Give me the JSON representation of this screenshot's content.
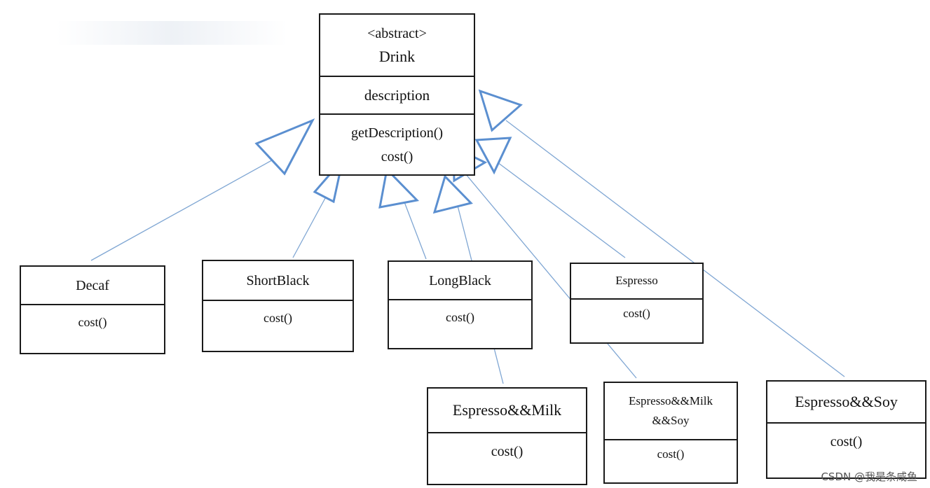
{
  "abstract_class": {
    "stereotype": "<abstract>",
    "name": "Drink",
    "attribute": "description",
    "methods": [
      "getDescription()",
      "cost()"
    ]
  },
  "subclasses": [
    {
      "name_lines": [
        "Decaf"
      ],
      "method": "cost()"
    },
    {
      "name_lines": [
        "ShortBlack"
      ],
      "method": "cost()"
    },
    {
      "name_lines": [
        "LongBlack"
      ],
      "method": "cost()"
    },
    {
      "name_lines": [
        "Espresso"
      ],
      "method": "cost()"
    },
    {
      "name_lines": [
        "Espresso&&Milk"
      ],
      "method": "cost()"
    },
    {
      "name_lines": [
        "Espresso&&Milk",
        "&&Soy"
      ],
      "method": "cost()"
    },
    {
      "name_lines": [
        "Espresso&&Soy"
      ],
      "method": "cost()"
    }
  ],
  "relationship": "generalization",
  "colors": {
    "arrow": "#7fa6d3",
    "arrowhead": "#5b8fd0",
    "border": "#1a1a1a"
  },
  "watermark": "CSDN @我是条咸鱼"
}
